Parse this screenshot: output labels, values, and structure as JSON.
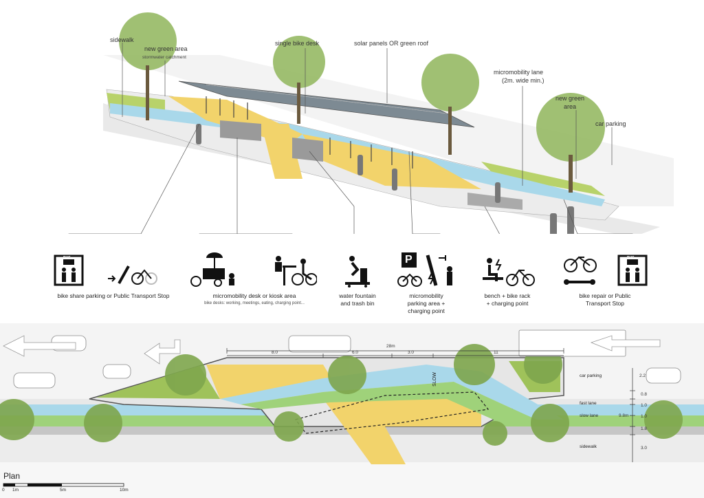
{
  "axonometric": {
    "labels": {
      "sidewalk": "sidewalk",
      "new_green_area_left": "new green area",
      "stormwater": "stormwater catchment",
      "single_bike_desk": "single bike desk",
      "solar_panels": "solar panels OR green roof",
      "micromobility_lane": "micromobility lane",
      "micromobility_lane_width": "(2m. wide min.)",
      "new_green_area_right_1": "new green",
      "new_green_area_right_2": "area",
      "car_parking": "car parking"
    }
  },
  "legend": {
    "items": [
      {
        "icon": "bus-stop-icon",
        "icon2": "bike-share-icon",
        "caption": "bike share parking or Public Transport Stop",
        "sub": ""
      },
      {
        "icon": "kiosk-cart-icon",
        "icon2": "bike-desk-icon",
        "caption": "micromobility desk or kiosk area",
        "sub": "bike desks: working, meetings, eating, charging point..."
      },
      {
        "icon": "water-fountain-icon",
        "icon2": "",
        "caption_1": "water fountain",
        "caption_2": "and trash bin"
      },
      {
        "icon": "parking-icon",
        "icon2": "charging-icon",
        "caption_1": "micromobility",
        "caption_2": "parking area +",
        "caption_3": "charging point"
      },
      {
        "icon": "bench-icon",
        "icon2": "bike-rack-icon",
        "caption_1": "bench + bike rack",
        "caption_2": "+ charging point"
      },
      {
        "icon": "bike-repair-icon",
        "icon2": "bus-stop-icon",
        "caption_1": "bike repair or Public",
        "caption_2": "Transport Stop"
      }
    ],
    "bus_sign": "BUS",
    "parking_letter": "P"
  },
  "plan": {
    "title": "Plan",
    "scale": {
      "t0": "0",
      "t1": "1m",
      "t2": "5m",
      "t3": "10m"
    },
    "total": "28m",
    "segments": [
      "8.0",
      "6.0",
      "3.0",
      "11"
    ],
    "slow_marking": "SLOW",
    "lanes": {
      "car_parking": "car parking",
      "fast_lane": "fast lane",
      "slow_lane": "slow lane",
      "sidewalk": "sidewalk"
    },
    "widths": [
      "2.2",
      "0.8",
      "1.0",
      "1.0",
      "1.8",
      "3.0"
    ],
    "total_width": "9.8m"
  },
  "colors": {
    "yellow": "#f2d36b",
    "green": "#9fd27a",
    "blue": "#a9d8ea",
    "grey": "#8d8d8d",
    "tree": "#7ea64d"
  }
}
